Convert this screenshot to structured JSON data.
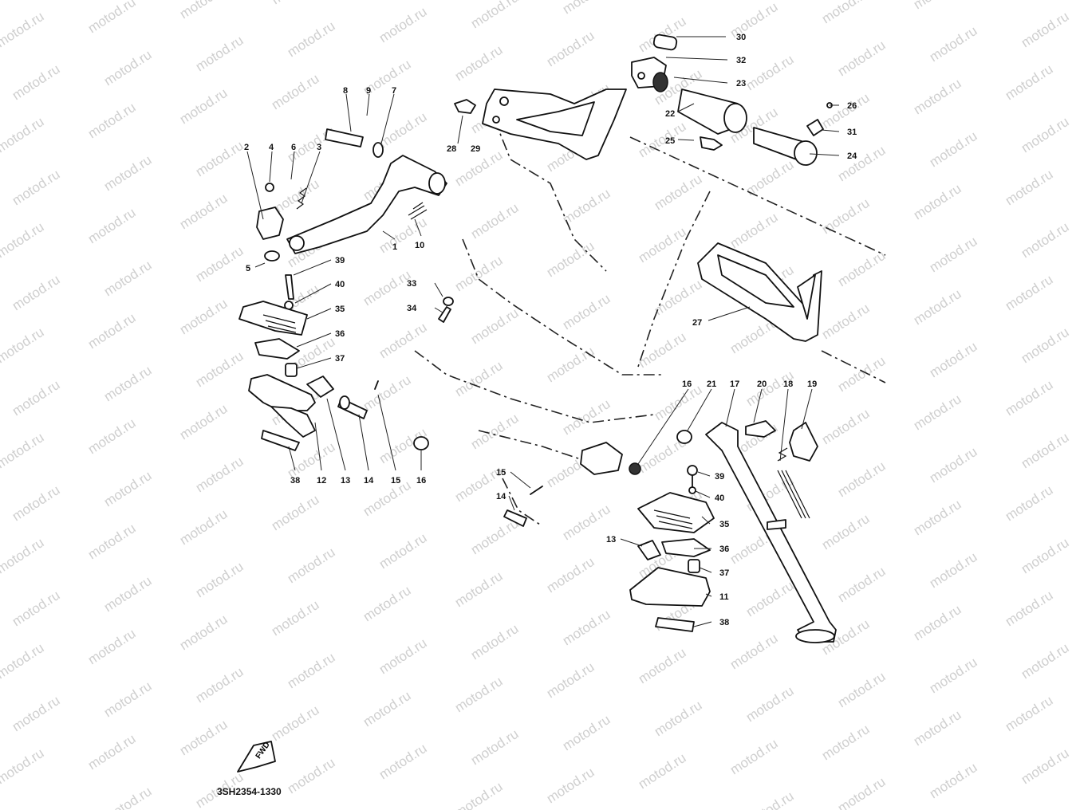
{
  "watermark": "motod.ru",
  "diagram_code": "3SH2354-1330",
  "fwd_label": "FWD",
  "callouts": {
    "c30": "30",
    "c32": "32",
    "c23": "23",
    "c22": "22",
    "c26": "26",
    "c31": "31",
    "c25": "25",
    "c24": "24",
    "c8": "8",
    "c9": "9",
    "c7": "7",
    "c28": "28",
    "c29": "29",
    "c2": "2",
    "c4": "4",
    "c6": "6",
    "c3": "3",
    "c1": "1",
    "c10": "10",
    "c5": "5",
    "c39a": "39",
    "c40a": "40",
    "c35a": "35",
    "c36a": "36",
    "c37a": "37",
    "c33": "33",
    "c34": "34",
    "c27": "27",
    "c38a": "38",
    "c12": "12",
    "c13a": "13",
    "c14a": "14",
    "c15a": "15",
    "c16a": "16",
    "c16b": "16",
    "c21": "21",
    "c17": "17",
    "c20": "20",
    "c18": "18",
    "c19": "19",
    "c15b": "15",
    "c14b": "14",
    "c39b": "39",
    "c40b": "40",
    "c35b": "35",
    "c13b": "13",
    "c36b": "36",
    "c37b": "37",
    "c11": "11",
    "c38b": "38"
  }
}
